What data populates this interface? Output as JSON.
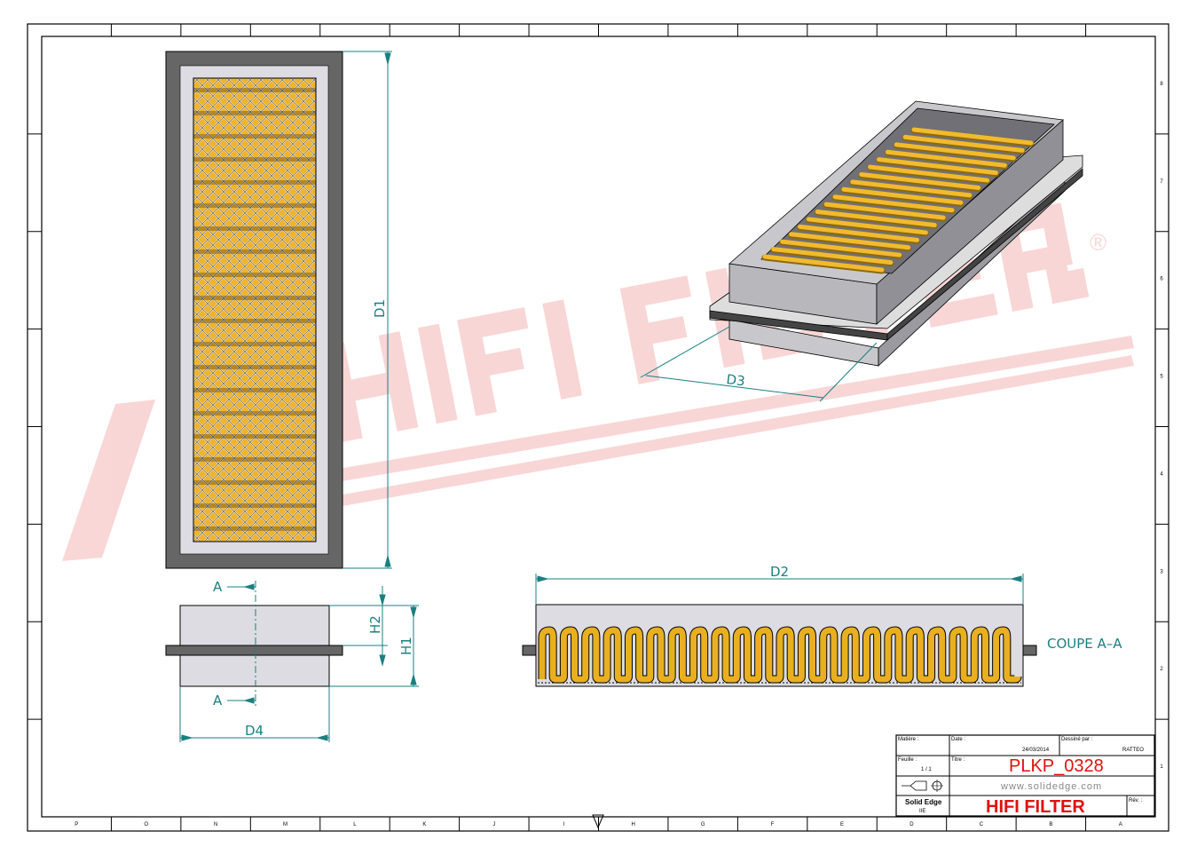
{
  "border": {
    "columns_bottom": [
      "P",
      "O",
      "N",
      "M",
      "L",
      "K",
      "J",
      "I",
      "H",
      "G",
      "F",
      "E",
      "D",
      "C",
      "B",
      "A"
    ],
    "rows_right": [
      "8",
      "7",
      "6",
      "5",
      "4",
      "3",
      "2",
      "1"
    ]
  },
  "watermark": {
    "text": "HIFI FILTER",
    "mark": "®",
    "color": "#f4b6b6"
  },
  "dimensions": {
    "d1": "D1",
    "d2": "D2",
    "d3": "D3",
    "d4": "D4",
    "h1": "H1",
    "h2": "H2",
    "section_mark": "A",
    "section_label": "COUPE A–A"
  },
  "colors": {
    "dimension": "#1a7f80",
    "media": "#e8b020",
    "frame": "#666666",
    "seal": "#dcdce2",
    "title_red": "#e01010"
  },
  "title_block": {
    "matiere_label": "Matière :",
    "date_label": "Date :",
    "date": "24/03/2014",
    "drawn_by_label": "Dessiné par :",
    "drawn_by": "RATTEO",
    "sheet_label": "Feuille :",
    "sheet": "1 / 1",
    "title_label": "Titre :",
    "title": "PLKP_0328",
    "website": "www.solidedge.com",
    "software": "Solid Edge",
    "software_sub": "IIE",
    "company": "HIFI FILTER",
    "rev_label": "Rév. :"
  }
}
